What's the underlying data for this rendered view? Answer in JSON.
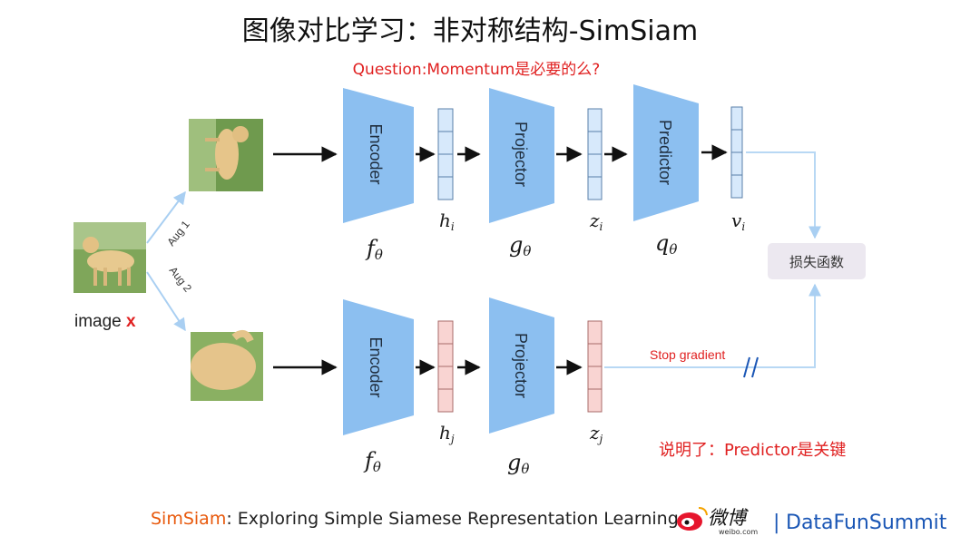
{
  "title": "图像对比学习：非对称结构-SimSiam",
  "question": "Question:Momentum是必要的么?",
  "input": {
    "label_text": "image",
    "label_var": "x"
  },
  "augmentations": {
    "aug1": "Aug 1",
    "aug2": "Aug 2"
  },
  "top_branch": {
    "encoder": {
      "label": "Encoder",
      "symbol": "f",
      "sub": "θ"
    },
    "h": {
      "symbol": "h",
      "sub": "i"
    },
    "projector": {
      "label": "Projector",
      "symbol": "g",
      "sub": "θ"
    },
    "z": {
      "symbol": "z",
      "sub": "i"
    },
    "predictor": {
      "label": "Predictor",
      "symbol": "q",
      "sub": "θ"
    },
    "v": {
      "symbol": "v",
      "sub": "i"
    }
  },
  "bottom_branch": {
    "encoder": {
      "label": "Encoder",
      "symbol": "f",
      "sub": "θ"
    },
    "h": {
      "symbol": "h",
      "sub": "j"
    },
    "projector": {
      "label": "Projector",
      "symbol": "g",
      "sub": "θ"
    },
    "z": {
      "symbol": "z",
      "sub": "j"
    }
  },
  "loss": {
    "label": "损失函数"
  },
  "stop_gradient": "Stop gradient",
  "conclusion": "说明了：Predictor是关键",
  "footer": {
    "brand": "SimSiam",
    "rest": ": Exploring Simple Siamese Representation Learning",
    "weibo": "微博",
    "weibo_small": "weibo.com",
    "separator": "|",
    "right": "DataFunSummit"
  },
  "colors": {
    "block_blue": "#8cbff0",
    "vec_blue": "#d7e9fb",
    "vec_pink": "#f9d4d2",
    "arrow_light": "#b8d8f4",
    "loss_bg": "#ece8f0",
    "highlight_red": "#e02020",
    "brand_orange": "#e8590c",
    "brand_blue": "#1a56b5"
  }
}
